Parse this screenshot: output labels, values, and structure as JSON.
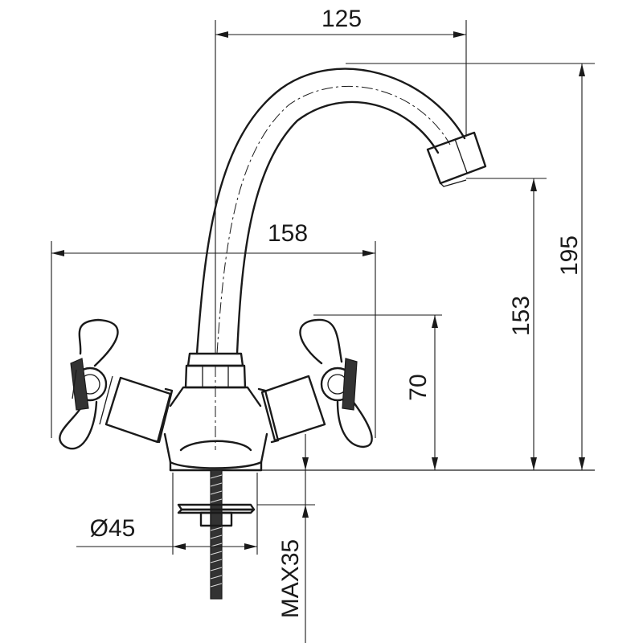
{
  "dimensions": {
    "spout_reach": "125",
    "handle_span": "158",
    "total_height": "195",
    "spout_outlet_height": "153",
    "handle_height": "70",
    "base_diameter": "Ø45",
    "max_counter_thickness": "MAX35"
  }
}
